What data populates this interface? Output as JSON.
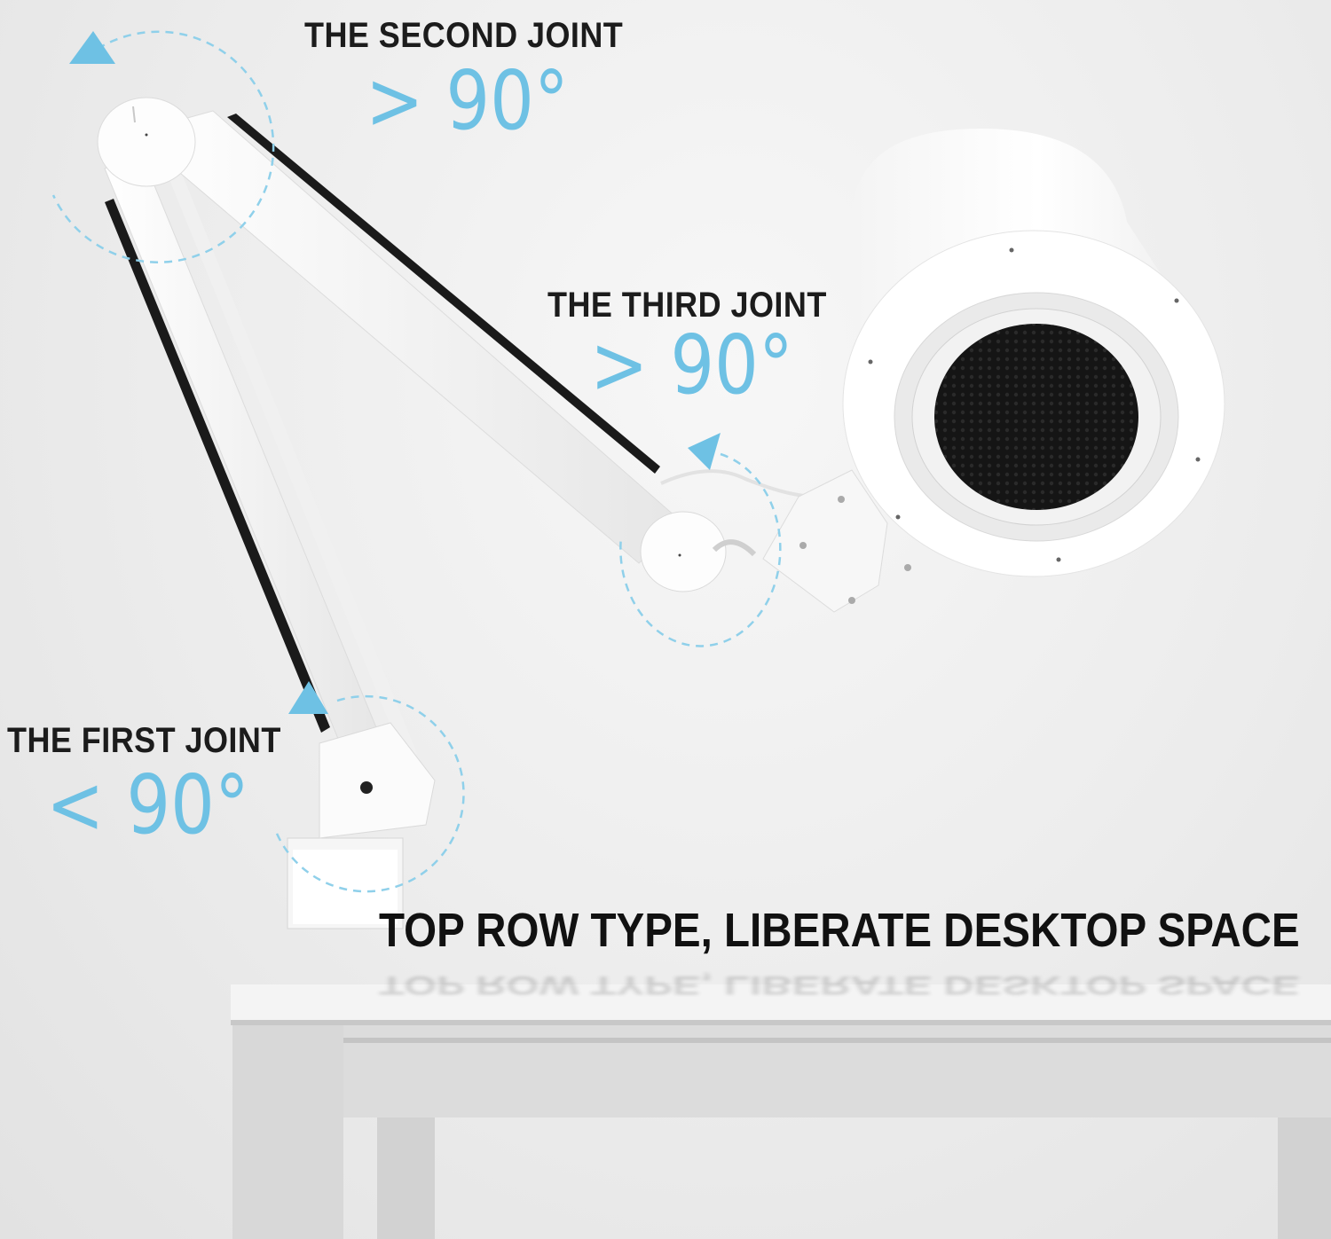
{
  "joints": {
    "second": {
      "label": "THE SECOND JOINT",
      "angle": "> 90°"
    },
    "third": {
      "label": "THE THIRD JOINT",
      "angle": "> 90°"
    },
    "first": {
      "label": "THE FIRST JOINT",
      "angle": "< 90°"
    }
  },
  "caption": "TOP ROW TYPE, LIBERATE DESKTOP SPACE",
  "colors": {
    "accent": "#6ec1e4",
    "lamp_body": "#ffffff",
    "arm_edge": "#1a1a1a",
    "desk": "#f2f2f2",
    "desk_frame": "#cfcfcf"
  }
}
